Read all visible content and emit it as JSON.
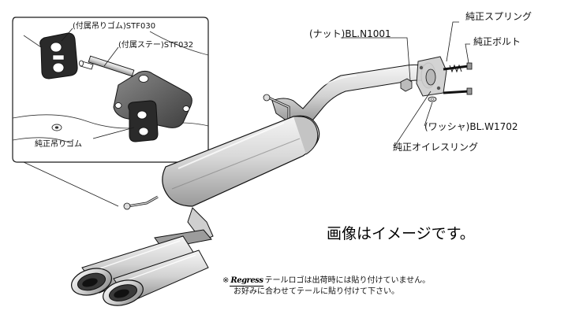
{
  "callouts": {
    "rubber_hanger": "(付属吊りゴム)STF030",
    "stay": "(付属ステー)STF032",
    "oem_rubber": "純正吊りゴム",
    "nut": "(ナット)BL.N1001",
    "oem_spring": "純正スプリング",
    "oem_bolt": "純正ボルト",
    "washer": "(ワッシャ)BL.W1702",
    "oem_oil_ring": "純正オイレスリング"
  },
  "caption": "画像はイメージです。",
  "notes": {
    "prefix": "※",
    "logo_text": "Regress",
    "line1_rest": "テールロゴは出荷時には貼り付けていません。",
    "line2": "お好みに合わせてテールに貼り付けて下さい。"
  },
  "colors": {
    "line": "#1a1a1a",
    "metal_light": "#ededed",
    "metal_mid": "#c8c8c8",
    "metal_dark": "#8a8a8a",
    "shadow": "#5a5a5a"
  }
}
